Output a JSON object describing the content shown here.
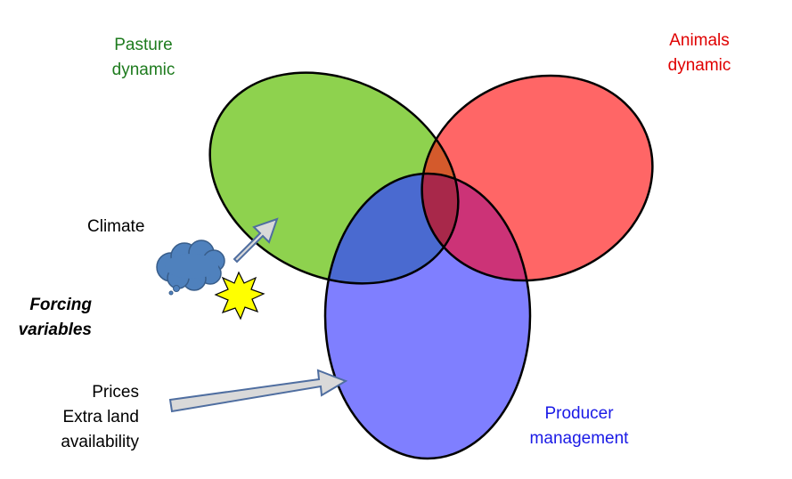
{
  "labels": {
    "pasture": [
      "Pasture",
      "dynamic"
    ],
    "animals": [
      "Animals",
      "dynamic"
    ],
    "producer": [
      "Producer",
      "management"
    ],
    "climate": "Climate",
    "forcing": [
      "Forcing",
      "variables"
    ],
    "prices": [
      "Prices",
      "Extra land",
      "availability"
    ]
  },
  "colors": {
    "pasture_text": "#1e7b1e",
    "animals_text": "#e00000",
    "producer_text": "#1a1ae6",
    "text": "#000000",
    "pasture_fill": "#8ed24e",
    "animals_fill": "#ff6666",
    "producer_fill": "#7f7fff",
    "overlap_pa": "#d45a2c",
    "overlap_pp": "#4a6ad0",
    "overlap_ap": "#cc3377",
    "overlap_all": "#a8284a",
    "cloud": "#4f81bd",
    "sun": "#ffff00",
    "arrow_fill": "#d9d9d9",
    "arrow_stroke": "#4f6ea0"
  },
  "icons": {
    "cloud": "cloud-icon",
    "sun": "sun-burst-icon"
  }
}
